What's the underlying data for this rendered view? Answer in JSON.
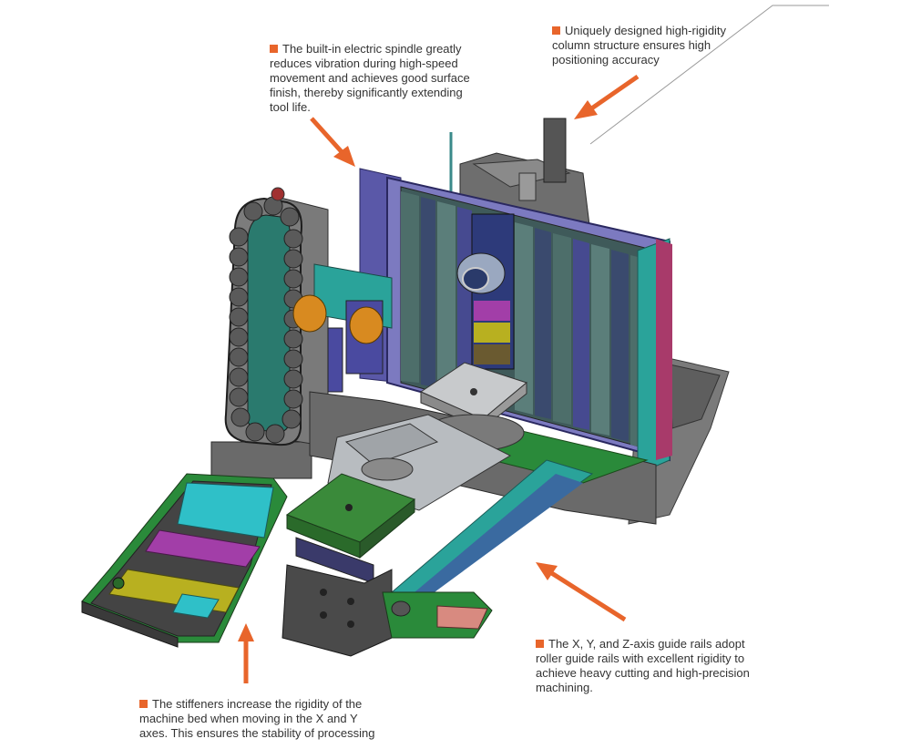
{
  "colors": {
    "accent": "#e8652b",
    "text": "#333333",
    "frame_blue": "#5a58a8",
    "guard_teal": "#2aa39a",
    "table_grey": "#c8cacc",
    "cable_grey": "#808080",
    "bed_dark": "#4a4a4a",
    "tray_green": "#2a8a3a",
    "cyan_panel": "#2fc0c8",
    "magenta_panel": "#a23ea8",
    "olive_panel": "#b8b020",
    "orange_motor": "#d88a20"
  },
  "callouts": {
    "spindle": "The built-in electric spindle greatly reduces vibration during high-speed movement and achieves good surface finish, thereby significantly extending tool life.",
    "column": "Uniquely designed high-rigidity column structure ensures high positioning accuracy",
    "rails": "The X, Y, and Z-axis guide rails adopt roller guide rails with excellent rigidity to achieve heavy cutting and high-precision machining.",
    "stiffeners": "The stiffeners increase the rigidity of the machine bed when moving in the X and Y axes. This ensures the stability of processing"
  }
}
